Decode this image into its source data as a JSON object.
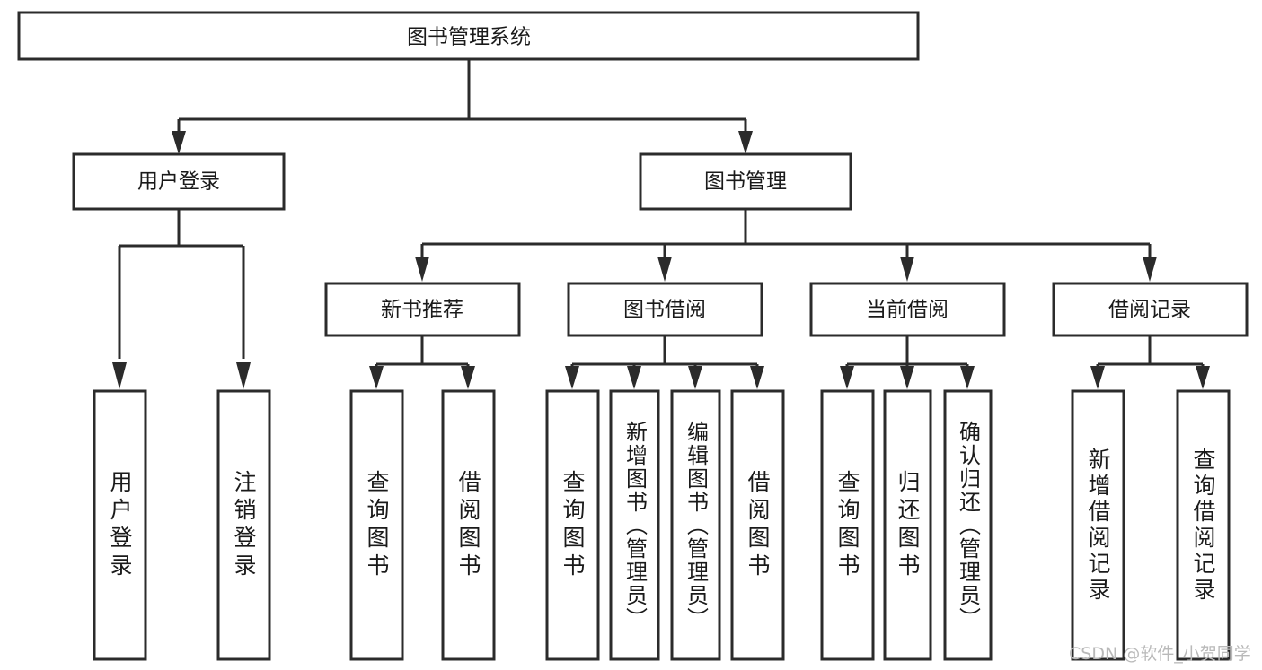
{
  "diagram": {
    "type": "tree-hierarchy",
    "title": "图书管理系统",
    "root": {
      "id": "root",
      "label": "图书管理系统"
    },
    "level2": [
      {
        "id": "user-login",
        "label": "用户登录"
      },
      {
        "id": "book-manage",
        "label": "图书管理"
      }
    ],
    "level3": [
      {
        "id": "new-book-recommend",
        "label": "新书推荐",
        "parent": "book-manage"
      },
      {
        "id": "book-borrow",
        "label": "图书借阅",
        "parent": "book-manage"
      },
      {
        "id": "current-borrow",
        "label": "当前借阅",
        "parent": "book-manage"
      },
      {
        "id": "borrow-record",
        "label": "借阅记录",
        "parent": "book-manage"
      }
    ],
    "leaves": {
      "user-login": [
        {
          "id": "leaf-user-login",
          "label": "用户登录"
        },
        {
          "id": "leaf-user-logout",
          "label": "注销登录"
        }
      ],
      "new-book-recommend": [
        {
          "id": "leaf-query-book-1",
          "label": "查询图书"
        },
        {
          "id": "leaf-borrow-book-1",
          "label": "借阅图书"
        }
      ],
      "book-borrow": [
        {
          "id": "leaf-query-book-2",
          "label": "查询图书"
        },
        {
          "id": "leaf-add-book",
          "label": "新增图书（管理员）"
        },
        {
          "id": "leaf-edit-book",
          "label": "编辑图书（管理员）"
        },
        {
          "id": "leaf-borrow-book-2",
          "label": "借阅图书"
        }
      ],
      "current-borrow": [
        {
          "id": "leaf-query-book-3",
          "label": "查询图书"
        },
        {
          "id": "leaf-return-book",
          "label": "归还图书"
        },
        {
          "id": "leaf-confirm-return",
          "label": "确认归还（管理员）"
        }
      ],
      "borrow-record": [
        {
          "id": "leaf-add-record",
          "label": "新增借阅记录"
        },
        {
          "id": "leaf-query-record",
          "label": "查询借阅记录"
        }
      ]
    }
  },
  "watermark": {
    "text": "CSDN @软件_小贺同学"
  },
  "colors": {
    "stroke": "#2b2b2b",
    "fill": "#ffffff",
    "text": "#1a1a1a",
    "watermark": "#b9b9b9"
  }
}
